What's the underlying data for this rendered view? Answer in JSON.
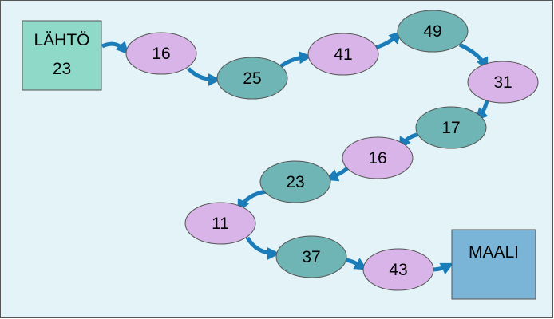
{
  "colors": {
    "background": "#e3f3f7",
    "border": "#555555",
    "node_purple": "#d8b4e8",
    "node_teal": "#6fb5b5",
    "start_box": "#8ed9c8",
    "end_box": "#7ab4d6",
    "arrow": "#1a7cb8"
  },
  "start": {
    "label": "LÄHTÖ",
    "value": "23"
  },
  "end": {
    "label": "MAALI"
  },
  "nodes": [
    {
      "value": "16",
      "color": "purple"
    },
    {
      "value": "25",
      "color": "teal"
    },
    {
      "value": "41",
      "color": "purple"
    },
    {
      "value": "49",
      "color": "teal"
    },
    {
      "value": "31",
      "color": "purple"
    },
    {
      "value": "17",
      "color": "teal"
    },
    {
      "value": "16",
      "color": "purple"
    },
    {
      "value": "23",
      "color": "teal"
    },
    {
      "value": "11",
      "color": "purple"
    },
    {
      "value": "37",
      "color": "teal"
    },
    {
      "value": "43",
      "color": "purple"
    }
  ]
}
